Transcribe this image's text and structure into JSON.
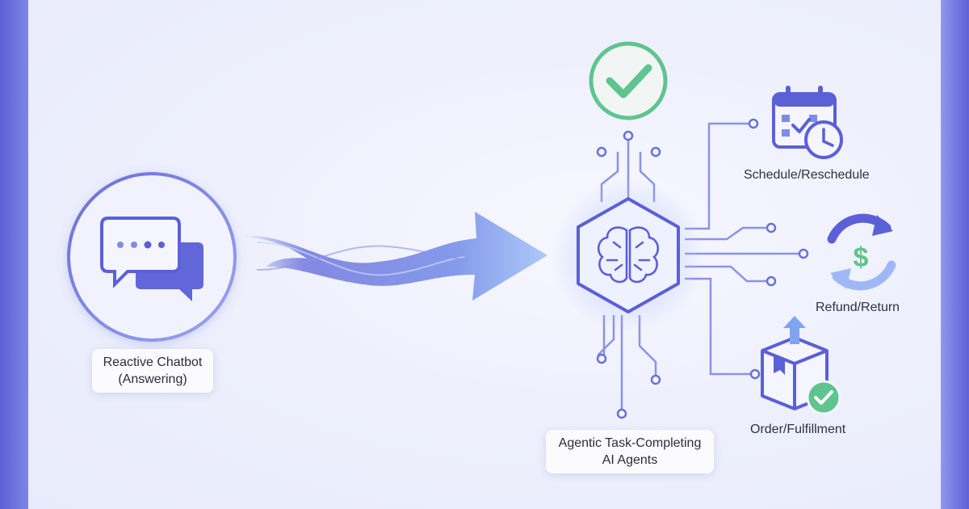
{
  "left_node": {
    "label_line1": "Reactive Chatbot",
    "label_line2": "(Answering)",
    "icon": "chat-bubbles-icon"
  },
  "center_node": {
    "label_line1": "Agentic Task-Completing",
    "label_line2": "AI Agents",
    "icon": "brain-circuit-icon"
  },
  "tasks": [
    {
      "label": "Schedule/Reschedule",
      "icon": "calendar-clock-icon"
    },
    {
      "label": "Refund/Return",
      "icon": "refund-cycle-icon",
      "symbol": "$"
    },
    {
      "label": "Order/Fulfillment",
      "icon": "package-check-icon"
    }
  ],
  "colors": {
    "primary": "#5b60d6",
    "accent_light": "#9fb8f5",
    "success": "#5fc48f",
    "background": "#eef0fc"
  }
}
